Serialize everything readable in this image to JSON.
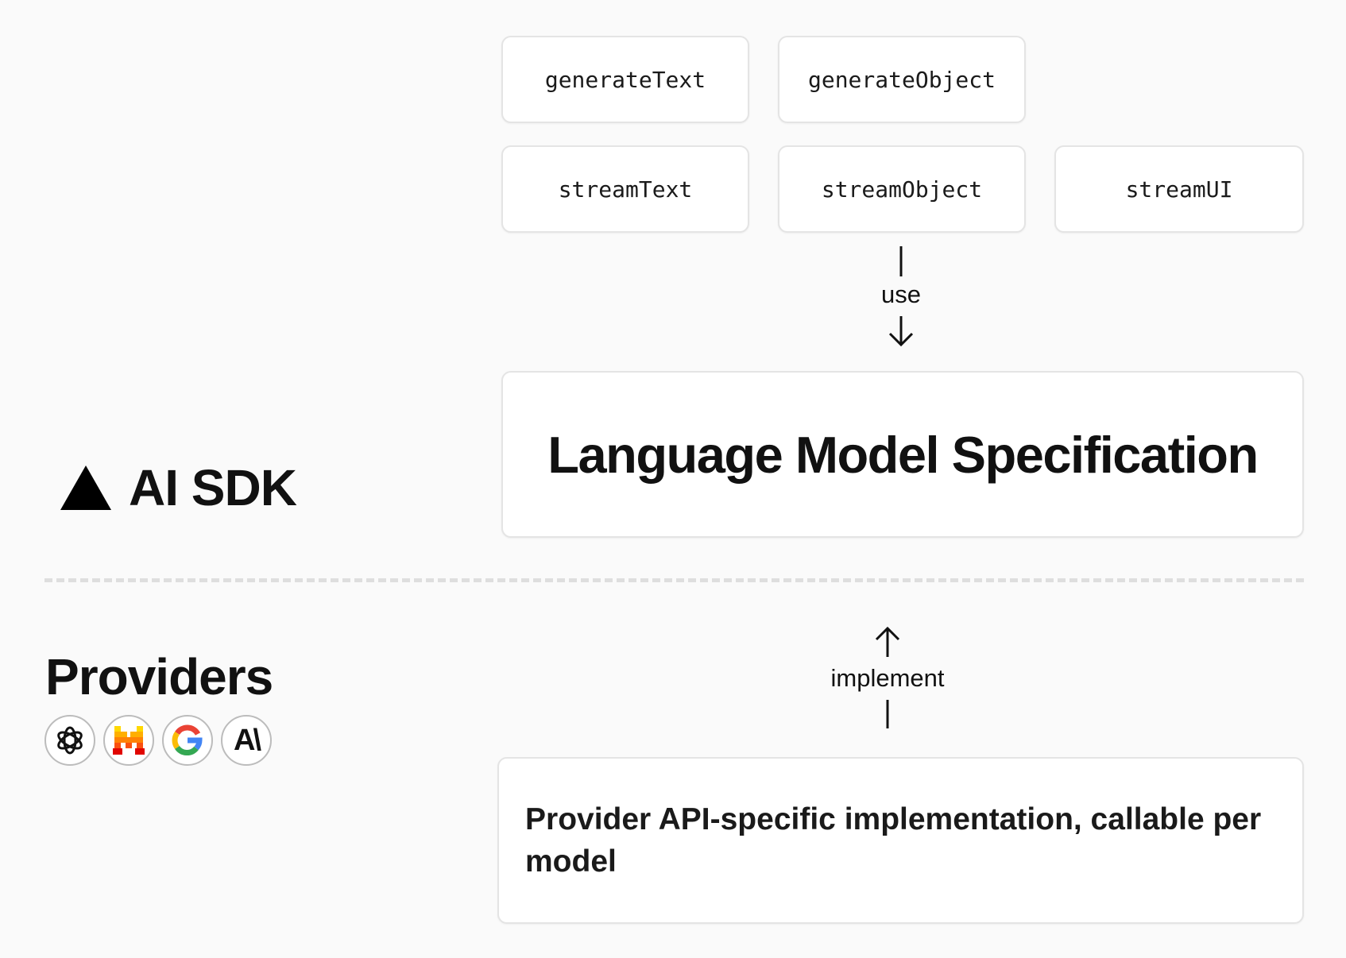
{
  "functions": [
    {
      "id": "generateText",
      "label": "generateText"
    },
    {
      "id": "generateObject",
      "label": "generateObject"
    },
    {
      "id": "streamText",
      "label": "streamText"
    },
    {
      "id": "streamObject",
      "label": "streamObject"
    },
    {
      "id": "streamUI",
      "label": "streamUI"
    }
  ],
  "connectors": {
    "use": "use",
    "implement": "implement"
  },
  "spec": {
    "title": "Language Model Specification"
  },
  "implementation": {
    "text": "Provider API-specific implementation, callable per model"
  },
  "sdk": {
    "title": "AI SDK"
  },
  "providers": {
    "title": "Providers",
    "logos": [
      {
        "name": "OpenAI",
        "icon": "openai-icon"
      },
      {
        "name": "Mistral",
        "icon": "mistral-icon"
      },
      {
        "name": "Google",
        "icon": "google-icon"
      },
      {
        "name": "Anthropic",
        "icon": "anthropic-icon",
        "glyph": "A\\"
      }
    ]
  },
  "colors": {
    "background": "#fafafa",
    "box_border": "#e4e4e4",
    "divider": "#dedede",
    "text": "#111111",
    "google_blue": "#4285F4",
    "google_red": "#EA4335",
    "google_yellow": "#FBBC05",
    "google_green": "#34A853",
    "mistral_yellow": "#FFD800",
    "mistral_orange": "#FF8205",
    "mistral_red": "#E10500"
  }
}
